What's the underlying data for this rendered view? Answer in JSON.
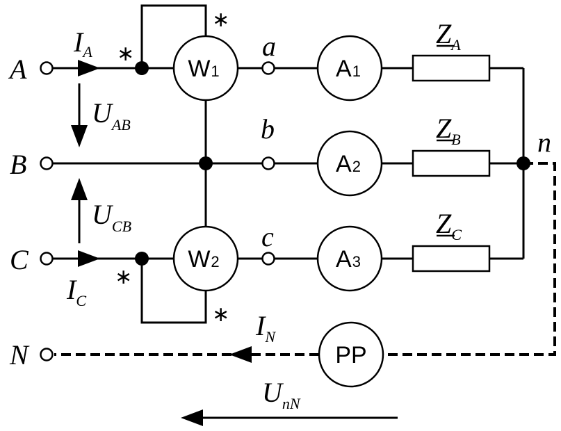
{
  "terminals": {
    "A": "A",
    "B": "B",
    "C": "C",
    "N": "N"
  },
  "nodes": {
    "a": "a",
    "b": "b",
    "c": "c",
    "n": "n"
  },
  "wattmeters": [
    {
      "main": "W",
      "sub": "1"
    },
    {
      "main": "W",
      "sub": "2"
    }
  ],
  "ammeters": [
    {
      "main": "A",
      "sub": "1"
    },
    {
      "main": "A",
      "sub": "2"
    },
    {
      "main": "A",
      "sub": "3"
    }
  ],
  "neutral_meter": "PP",
  "impedances": [
    {
      "main": "Z",
      "sub": "A"
    },
    {
      "main": "Z",
      "sub": "B"
    },
    {
      "main": "Z",
      "sub": "C"
    }
  ],
  "currents": {
    "IA": {
      "main": "I",
      "sub": "A"
    },
    "IC": {
      "main": "I",
      "sub": "C"
    },
    "IN": {
      "main": "I",
      "sub": "N"
    }
  },
  "voltages": {
    "UAB": {
      "main": "U",
      "sub": "AB"
    },
    "UCB": {
      "main": "U",
      "sub": "CB"
    },
    "UnN": {
      "main": "U",
      "sub": "nN"
    }
  },
  "polarity_mark": "∗"
}
